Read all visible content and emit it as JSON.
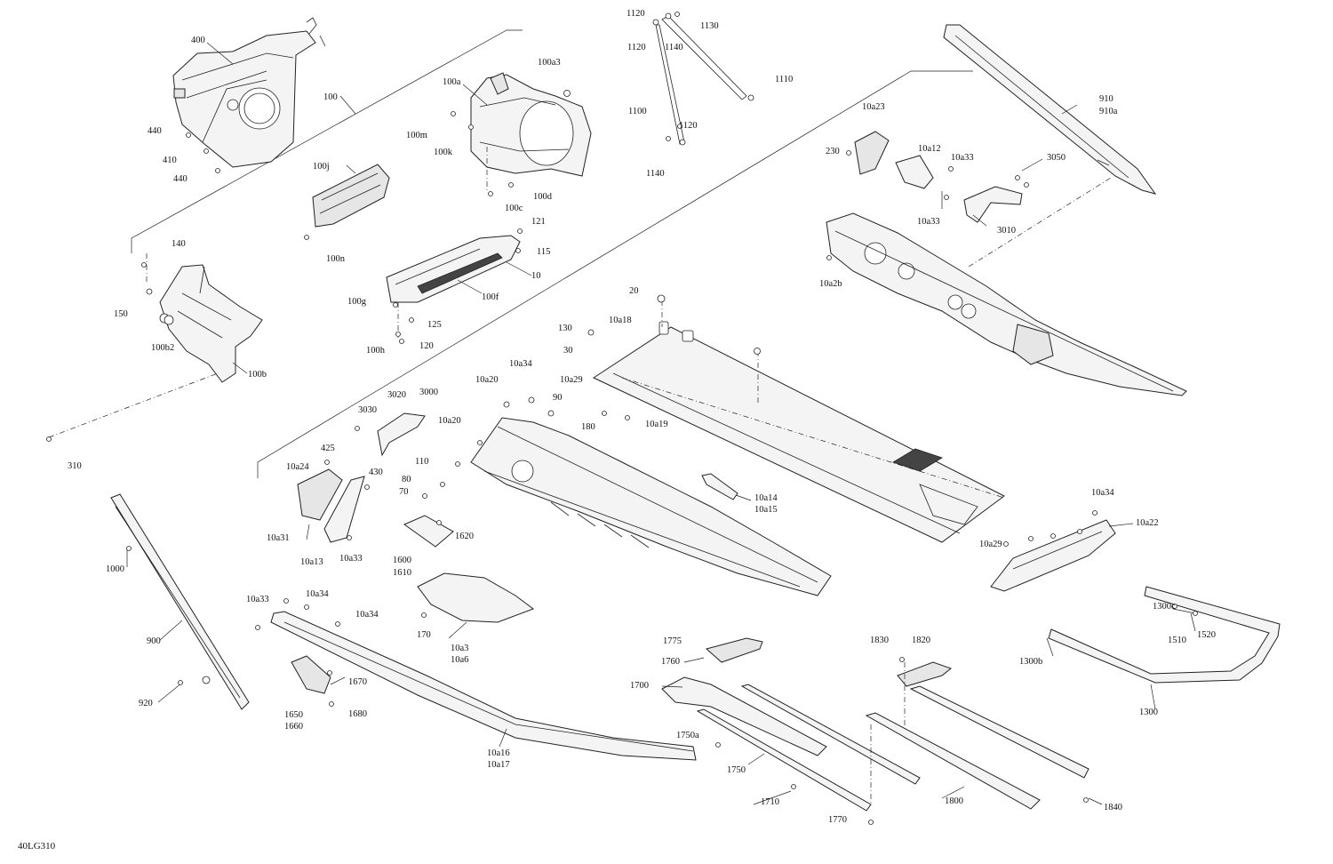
{
  "diagram_id": "40LG310",
  "labels": [
    "400",
    "100",
    "440",
    "410",
    "440",
    "100a3",
    "100a",
    "100m",
    "100k",
    "100d",
    "100c",
    "100j",
    "100n",
    "1120",
    "1130",
    "1120",
    "1140",
    "1110",
    "1100",
    "1120",
    "1140",
    "910",
    "910a",
    "10a23",
    "230",
    "10a12",
    "10a33",
    "3050",
    "10a33",
    "3010",
    "10a2b",
    "140",
    "150",
    "100b2",
    "100b",
    "121",
    "115",
    "10",
    "100f",
    "100g",
    "125",
    "100h",
    "120",
    "310",
    "20",
    "10a18",
    "130",
    "30",
    "10a29",
    "10a20",
    "10a34",
    "90",
    "180",
    "10a19",
    "3020",
    "3000",
    "3030",
    "10a20",
    "425",
    "10a24",
    "430",
    "110",
    "80",
    "70",
    "10a31",
    "10a13",
    "10a33",
    "1620",
    "1600",
    "1610",
    "10a14",
    "10a15",
    "10a34",
    "10a29",
    "10a22",
    "1000",
    "900",
    "920",
    "10a33",
    "10a34",
    "10a34",
    "170",
    "10a3",
    "10a6",
    "1670",
    "1650",
    "1660",
    "1680",
    "10a16",
    "10a17",
    "1775",
    "1760",
    "1700",
    "1750a",
    "1750",
    "1710",
    "1770",
    "1830",
    "1820",
    "1800",
    "1840",
    "1300c",
    "1510",
    "1520",
    "1300b",
    "1300"
  ]
}
